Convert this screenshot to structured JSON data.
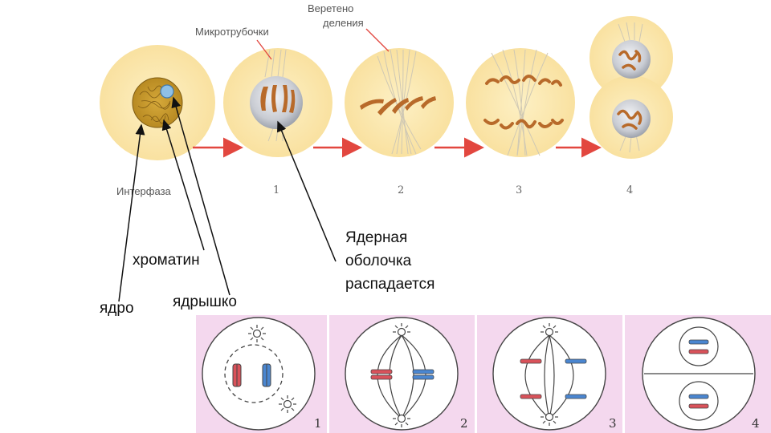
{
  "top_labels": {
    "microtubules": "Микротрубочки",
    "spindle_line1": "Веретено",
    "spindle_line2": "деления"
  },
  "stage_labels": [
    "Интерфаза",
    "1",
    "2",
    "3",
    "4"
  ],
  "callouts": {
    "chromatin": "хроматин",
    "nucleus": "ядро",
    "nucleolus": "ядрышко",
    "envelope_line1": "Ядерная",
    "envelope_line2": "оболочка",
    "envelope_line3": "распадается"
  },
  "panel_numbers": [
    "1",
    "2",
    "3",
    "4"
  ],
  "colors": {
    "cell_fill": "#fbe6a6",
    "chromosome": "#b86a2a",
    "nucleus_grey": "#c9ccd3",
    "arrow": "#e2473f",
    "panel_bg": "#f4d8ee",
    "red_chromosome": "#d9525a",
    "blue_chromosome": "#4a86d0"
  }
}
